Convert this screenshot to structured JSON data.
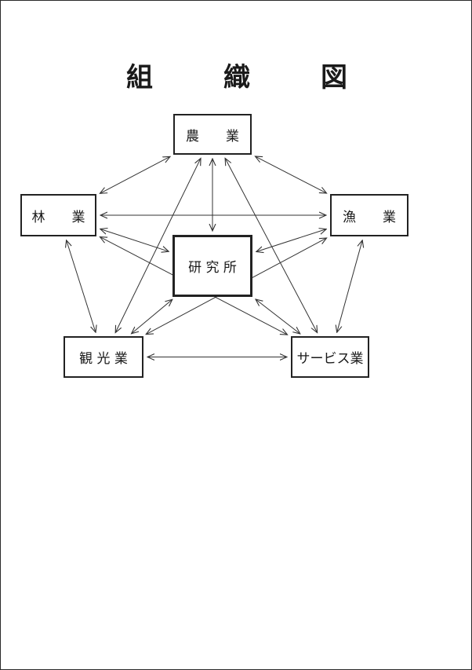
{
  "title": "組　織　図",
  "nodes": {
    "nogyo": "農　　業",
    "ringyo": "林　　業",
    "gyogyo": "漁　　業",
    "kenkyujo": "研 究 所",
    "kanko": "観 光 業",
    "service": "サービス業"
  },
  "connections": [
    [
      "nogyo",
      "ringyo"
    ],
    [
      "nogyo",
      "gyogyo"
    ],
    [
      "nogyo",
      "kenkyujo"
    ],
    [
      "nogyo",
      "kanko"
    ],
    [
      "nogyo",
      "service"
    ],
    [
      "ringyo",
      "gyogyo"
    ],
    [
      "ringyo",
      "kenkyujo"
    ],
    [
      "ringyo",
      "kanko"
    ],
    [
      "ringyo",
      "service"
    ],
    [
      "gyogyo",
      "kenkyujo"
    ],
    [
      "gyogyo",
      "kanko"
    ],
    [
      "gyogyo",
      "service"
    ],
    [
      "kenkyujo",
      "kanko"
    ],
    [
      "kenkyujo",
      "service"
    ],
    [
      "kanko",
      "service"
    ]
  ],
  "colors": {
    "line": "#333333",
    "border": "#222222"
  }
}
